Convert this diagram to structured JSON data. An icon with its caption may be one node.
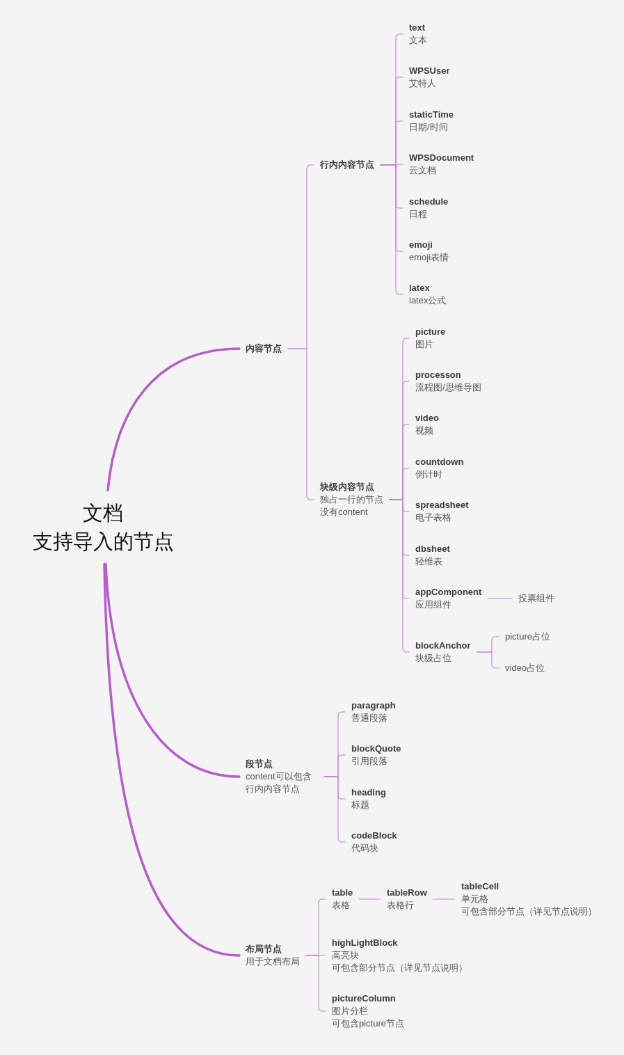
{
  "diagram": {
    "nodes": [
      {
        "text": [
          "文档",
          "支持导入的节点"
        ]
      },
      {
        "text": [
          "内容节点"
        ]
      },
      {
        "text": [
          "行内内容节点"
        ]
      },
      {
        "text": [
          "text",
          "文本"
        ]
      },
      {
        "text": [
          "WPSUser",
          "艾特人"
        ]
      },
      {
        "text": [
          "staticTime",
          "日期/时间"
        ]
      },
      {
        "text": [
          "WPSDocument",
          "云文档"
        ]
      },
      {
        "text": [
          "schedule",
          "日程"
        ]
      },
      {
        "text": [
          "emoji",
          "emoji表情"
        ]
      },
      {
        "text": [
          "latex",
          "latex公式"
        ]
      },
      {
        "text": [
          "块级内容节点",
          "独占一行的节点",
          "没有content"
        ]
      },
      {
        "text": [
          "picture",
          "图片"
        ]
      },
      {
        "text": [
          "processon",
          "流程图/思维导图"
        ]
      },
      {
        "text": [
          "video",
          "视频"
        ]
      },
      {
        "text": [
          "countdown",
          "倒计时"
        ]
      },
      {
        "text": [
          "spreadsheet",
          "电子表格"
        ]
      },
      {
        "text": [
          "dbsheet",
          "轻维表"
        ]
      },
      {
        "text": [
          "appComponent",
          "应用组件"
        ]
      },
      {
        "text": [
          "投票组件"
        ]
      },
      {
        "text": [
          "blockAnchor",
          "块级占位"
        ]
      },
      {
        "text": [
          "picture占位"
        ]
      },
      {
        "text": [
          "video占位"
        ]
      },
      {
        "text": [
          "段节点",
          "content可以包含行内内容节点"
        ]
      },
      {
        "text": [
          "paragraph",
          "普通段落"
        ]
      },
      {
        "text": [
          "blockQuote",
          "引用段落"
        ]
      },
      {
        "text": [
          "heading",
          "标题"
        ]
      },
      {
        "text": [
          "codeBlock",
          "代码块"
        ]
      },
      {
        "text": [
          "布局节点",
          "用于文档布局"
        ]
      },
      {
        "text": [
          "table",
          "表格"
        ]
      },
      {
        "text": [
          "tableRow",
          "表格行"
        ]
      },
      {
        "text": [
          "tableCell",
          "单元格",
          "可包含部分节点（详见节点说明）"
        ]
      },
      {
        "text": [
          "highLightBlock",
          "高亮块",
          "可包含部分节点（详见节点说明）"
        ]
      },
      {
        "text": [
          "pictureColumn",
          "图片分栏",
          "可包含picture节点"
        ]
      }
    ],
    "edges": [
      {
        "from": 0,
        "to": 1,
        "arrow": "none",
        "style": "thick"
      },
      {
        "from": 0,
        "to": 22,
        "arrow": "none",
        "style": "thick"
      },
      {
        "from": 0,
        "to": 27,
        "arrow": "none",
        "style": "thick"
      },
      {
        "from": 1,
        "to": 2,
        "arrow": "none"
      },
      {
        "from": 1,
        "to": 10,
        "arrow": "none"
      },
      {
        "from": 2,
        "to": 3,
        "arrow": "none"
      },
      {
        "from": 2,
        "to": 4,
        "arrow": "none"
      },
      {
        "from": 2,
        "to": 5,
        "arrow": "none"
      },
      {
        "from": 2,
        "to": 6,
        "arrow": "none"
      },
      {
        "from": 2,
        "to": 7,
        "arrow": "none"
      },
      {
        "from": 2,
        "to": 8,
        "arrow": "none"
      },
      {
        "from": 2,
        "to": 9,
        "arrow": "none"
      },
      {
        "from": 10,
        "to": 11,
        "arrow": "none"
      },
      {
        "from": 10,
        "to": 12,
        "arrow": "none"
      },
      {
        "from": 10,
        "to": 13,
        "arrow": "none"
      },
      {
        "from": 10,
        "to": 14,
        "arrow": "none"
      },
      {
        "from": 10,
        "to": 15,
        "arrow": "none"
      },
      {
        "from": 10,
        "to": 16,
        "arrow": "none"
      },
      {
        "from": 10,
        "to": 17,
        "arrow": "none"
      },
      {
        "from": 10,
        "to": 19,
        "arrow": "none"
      },
      {
        "from": 17,
        "to": 18,
        "arrow": "none"
      },
      {
        "from": 19,
        "to": 20,
        "arrow": "none"
      },
      {
        "from": 19,
        "to": 21,
        "arrow": "none"
      },
      {
        "from": 22,
        "to": 23,
        "arrow": "none"
      },
      {
        "from": 22,
        "to": 24,
        "arrow": "none"
      },
      {
        "from": 22,
        "to": 25,
        "arrow": "none"
      },
      {
        "from": 22,
        "to": 26,
        "arrow": "none"
      },
      {
        "from": 27,
        "to": 28,
        "arrow": "none"
      },
      {
        "from": 27,
        "to": 31,
        "arrow": "none"
      },
      {
        "from": 27,
        "to": 32,
        "arrow": "none"
      },
      {
        "from": 28,
        "to": 29,
        "arrow": "none"
      },
      {
        "from": 29,
        "to": 30,
        "arrow": "none"
      }
    ]
  }
}
